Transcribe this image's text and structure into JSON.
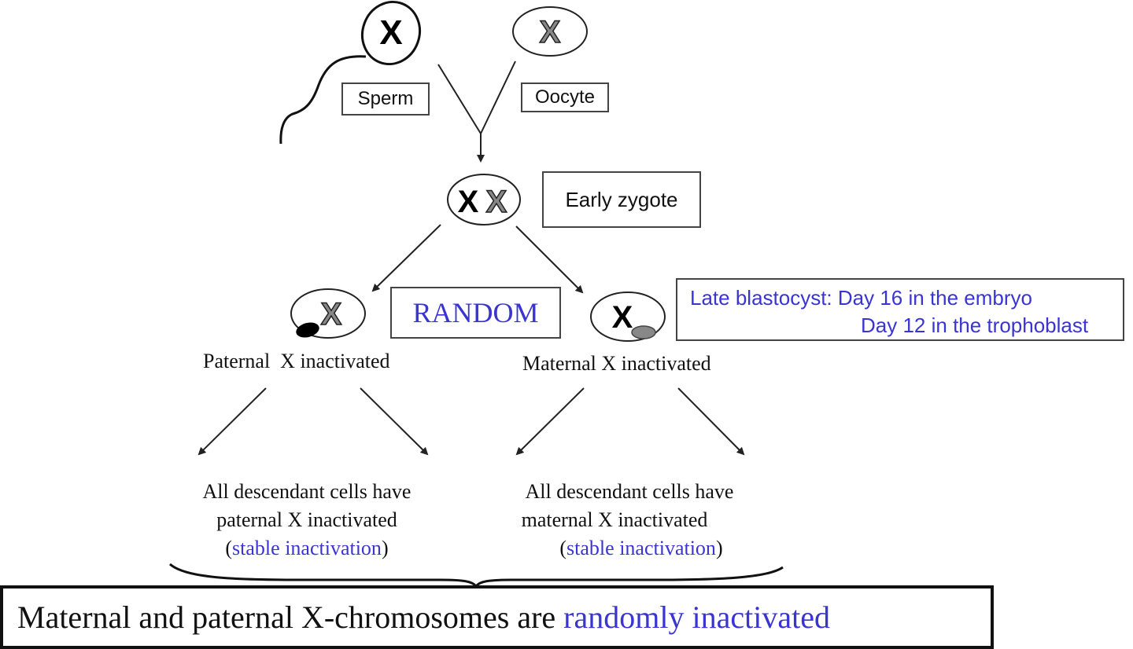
{
  "colors": {
    "accent_blue": "#3a35d2",
    "paternal_x": "#000000",
    "maternal_x": "#777777"
  },
  "icons": [
    "x-chromosome-icon"
  ],
  "labels": {
    "sperm": "Sperm",
    "oocyte": "Oocyte",
    "early_zygote": "Early zygote",
    "random": "RANDOM",
    "late_blastocyst_1": "Late blastocyst: Day 16 in the embryo",
    "late_blastocyst_2": "Day 12 in the trophoblast",
    "paternal_inactivated": "Paternal  X inactivated",
    "maternal_inactivated": "Maternal X inactivated"
  },
  "outcomes": {
    "left": {
      "line1": "All descendant cells have",
      "line2": "paternal X inactivated",
      "open": "(",
      "stable": "stable inactivation",
      "close": ")"
    },
    "right": {
      "line1": "All descendant cells have",
      "line2": "maternal X inactivated",
      "open": "(",
      "stable": "stable inactivation",
      "close": ")"
    }
  },
  "conclusion": {
    "prefix": "Maternal and paternal X-chromosomes are ",
    "highlight": "randomly inactivated"
  }
}
